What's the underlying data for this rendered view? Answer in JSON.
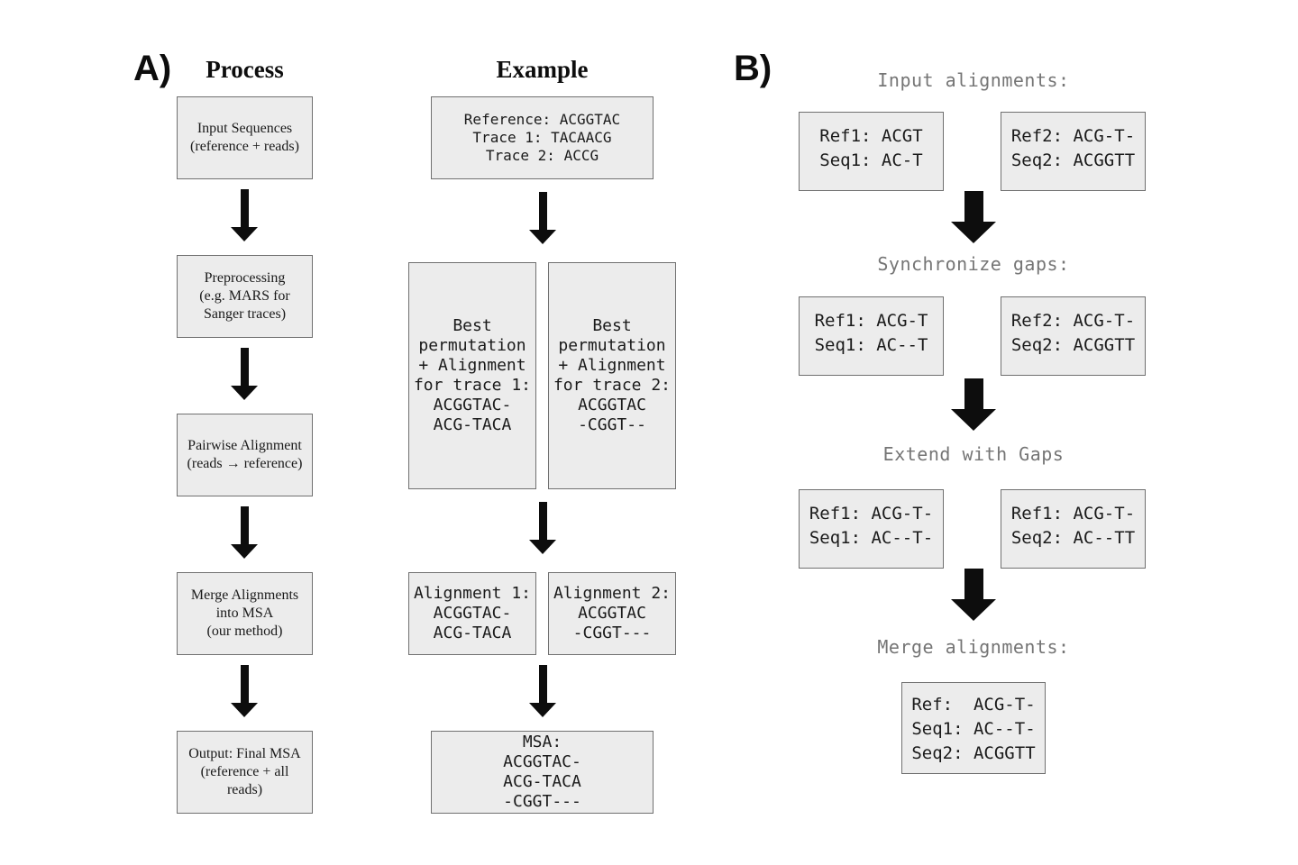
{
  "colors": {
    "background": "#ffffff",
    "box_fill": "#ececec",
    "box_border": "#707070",
    "text": "#1a1a1a",
    "muted_header": "#757575",
    "arrow": "#0d0d0d"
  },
  "panel_a": {
    "label": "A)",
    "process_header": "Process",
    "example_header": "Example",
    "process_steps": [
      "Input Sequences\n(reference + reads)",
      "Preprocessing\n(e.g. MARS for\nSanger traces)",
      "Pairwise Alignment\n(reads → reference)",
      "Merge Alignments\ninto MSA\n(our method)",
      "Output: Final MSA\n(reference + all\nreads)"
    ],
    "example_boxes": {
      "input": "Reference: ACGGTAC\nTrace 1: TACAACG\nTrace 2: ACCG",
      "perm_trace1": "Best\npermutation\n+ Alignment\nfor trace 1:\nACGGTAC-\nACG-TACA",
      "perm_trace2": "Best\npermutation\n+ Alignment\nfor trace 2:\nACGGTAC\n-CGGT--",
      "alignment1": "Alignment 1:\nACGGTAC-\nACG-TACA",
      "alignment2": "Alignment 2:\nACGGTAC\n-CGGT---",
      "msa": "MSA:\nACGGTAC-\nACG-TACA\n-CGGT---"
    }
  },
  "panel_b": {
    "label": "B)",
    "steps": [
      {
        "header": "Input alignments:",
        "left": "Ref1: ACGT\nSeq1: AC-T",
        "right": "Ref2: ACG-T-\nSeq2: ACGGTT"
      },
      {
        "header": "Synchronize gaps:",
        "left": "Ref1: ACG-T\nSeq1: AC--T",
        "right": "Ref2: ACG-T-\nSeq2: ACGGTT"
      },
      {
        "header": "Extend with Gaps",
        "left": "Ref1: ACG-T-\nSeq1: AC--T-",
        "right": "Ref1: ACG-T-\nSeq2: AC--TT"
      },
      {
        "header": "Merge alignments:",
        "final": "Ref:  ACG-T-\nSeq1: AC--T-\nSeq2: ACGGTT"
      }
    ]
  }
}
